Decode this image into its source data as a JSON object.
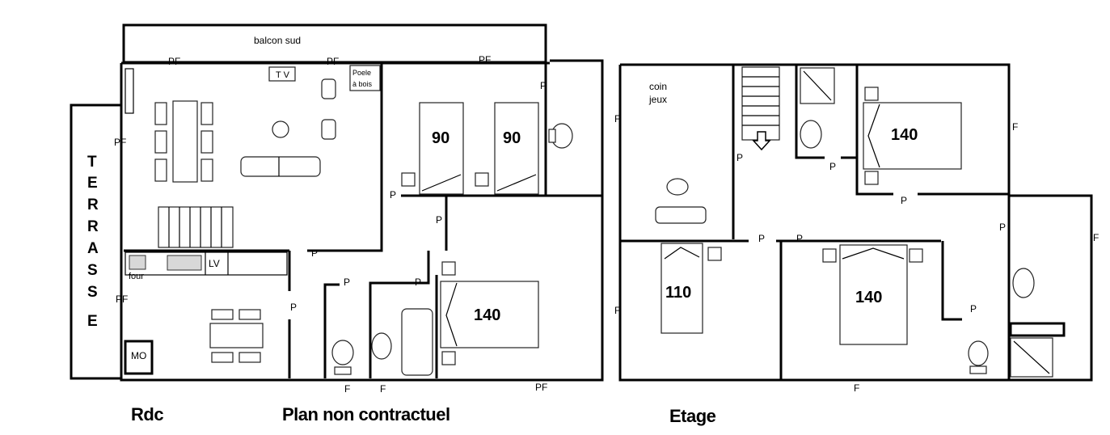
{
  "ground_floor": {
    "balcony": "balcon sud",
    "terrace_letters": [
      "T",
      "E",
      "R",
      "R",
      "A",
      "S",
      "S",
      "E"
    ],
    "tv": "T V",
    "stove_line1": "Poele",
    "stove_line2": "à bois",
    "oven": "four",
    "dishwasher": "LV",
    "microwave": "MO",
    "bed_labels": [
      "90",
      "90",
      "140"
    ],
    "door_labels": {
      "pf": "PF",
      "p": "P",
      "f": "F"
    },
    "caption": "Rdc"
  },
  "upper_floor": {
    "play_corner_line1": "coin",
    "play_corner_line2": "jeux",
    "bed_labels": [
      "140",
      "110",
      "140"
    ],
    "door_labels": {
      "p": "P",
      "f": "F"
    },
    "caption": "Etage"
  },
  "disclaimer": "Plan non contractuel"
}
